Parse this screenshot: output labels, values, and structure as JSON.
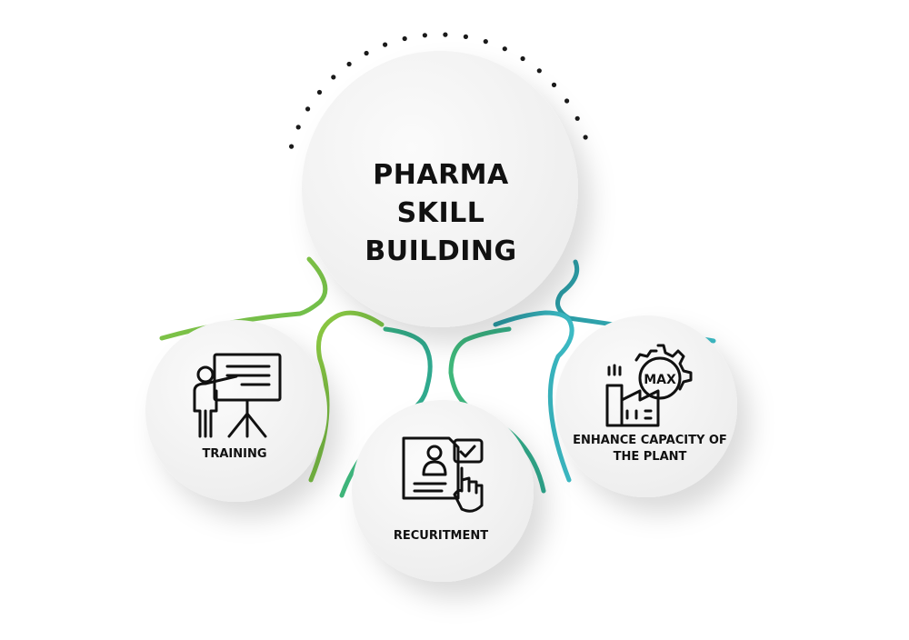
{
  "title": "PHARMA SKILL BUILDING",
  "nodes": [
    {
      "id": "training",
      "label": "TRAINING",
      "icon": "presentation-board-icon"
    },
    {
      "id": "recruitment",
      "label": "RECURITMENT",
      "icon": "resume-selection-icon"
    },
    {
      "id": "enhance",
      "label": "ENHANCE CAPACITY OF THE PLANT",
      "icon": "factory-max-capacity-icon"
    }
  ],
  "colors": {
    "lime": "#8dc63f",
    "green": "#4cb87a",
    "teal": "#3db8c0",
    "circle": "#f4f4f4",
    "text": "#111111"
  }
}
